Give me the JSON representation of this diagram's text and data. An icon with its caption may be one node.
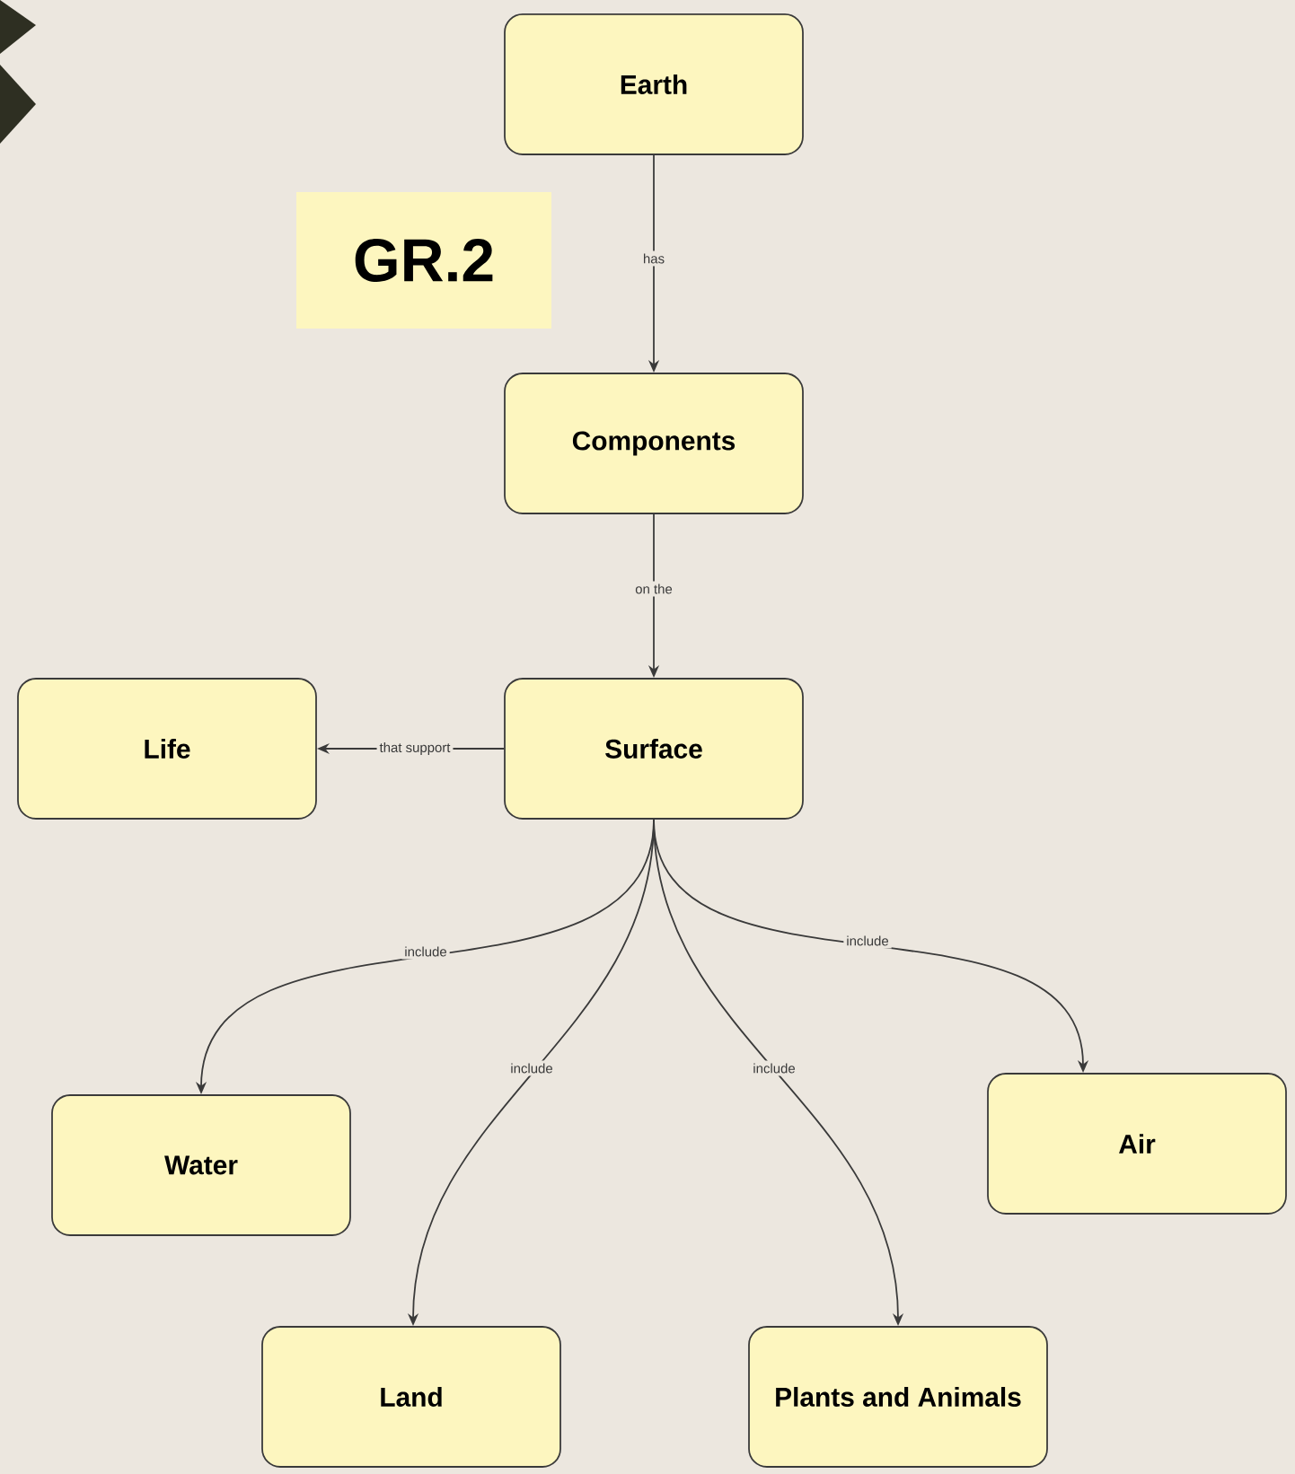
{
  "diagram": {
    "title": "GR.2",
    "nodes": [
      {
        "text": [
          "Earth"
        ]
      },
      {
        "text": [
          "Components"
        ]
      },
      {
        "text": [
          "Surface"
        ]
      },
      {
        "text": [
          "Life"
        ]
      },
      {
        "text": [
          "Water"
        ]
      },
      {
        "text": [
          "Air"
        ]
      },
      {
        "text": [
          "Land"
        ]
      },
      {
        "text": [
          "Plants and Animals"
        ]
      }
    ],
    "edges": [
      {
        "from": 0,
        "to": 1,
        "arrow": "to",
        "label": "has"
      },
      {
        "from": 1,
        "to": 2,
        "arrow": "to",
        "label": "on the"
      },
      {
        "from": 2,
        "to": 3,
        "arrow": "to",
        "label": "that support"
      },
      {
        "from": 2,
        "to": 4,
        "arrow": "to",
        "label": "include"
      },
      {
        "from": 2,
        "to": 6,
        "arrow": "to",
        "label": "include"
      },
      {
        "from": 2,
        "to": 7,
        "arrow": "to",
        "label": "include"
      },
      {
        "from": 2,
        "to": 5,
        "arrow": "to",
        "label": "include"
      }
    ]
  }
}
